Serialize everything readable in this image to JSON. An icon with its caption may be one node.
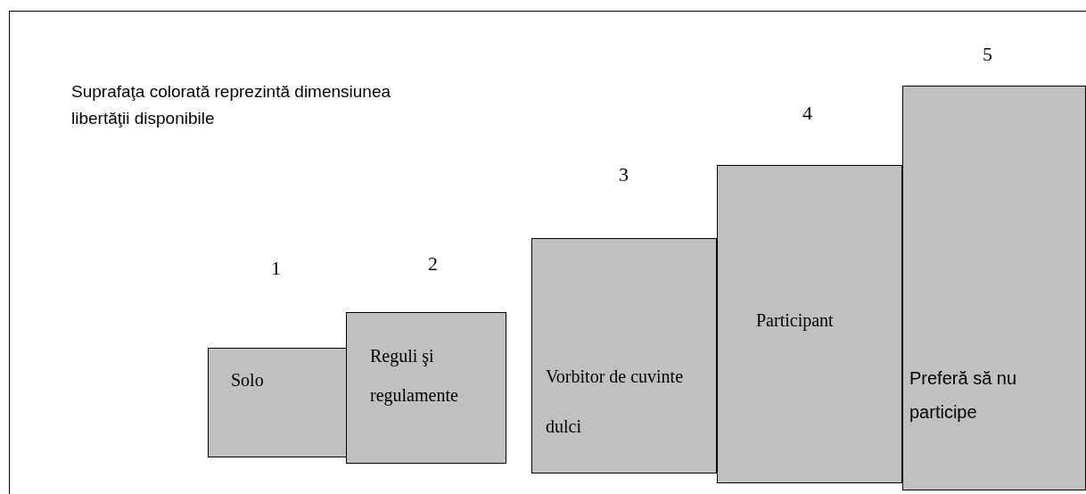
{
  "diagram": {
    "nodes": [
      {
        "text": [
          "Solo"
        ],
        "beside": [
          "1"
        ]
      },
      {
        "text": [
          "Reguli şi regulamente"
        ],
        "beside": [
          "2"
        ]
      },
      {
        "text": [
          "Vorbitor de cuvinte dulci"
        ],
        "beside": [
          "3"
        ]
      },
      {
        "text": [
          "Participant"
        ],
        "beside": [
          "4"
        ]
      },
      {
        "text": [
          "Preferă să nu participe"
        ],
        "beside": [
          "5"
        ]
      }
    ],
    "labels": [
      "Suprafaţa colorată reprezintă dimensiunea libertăţii disponibile"
    ]
  }
}
